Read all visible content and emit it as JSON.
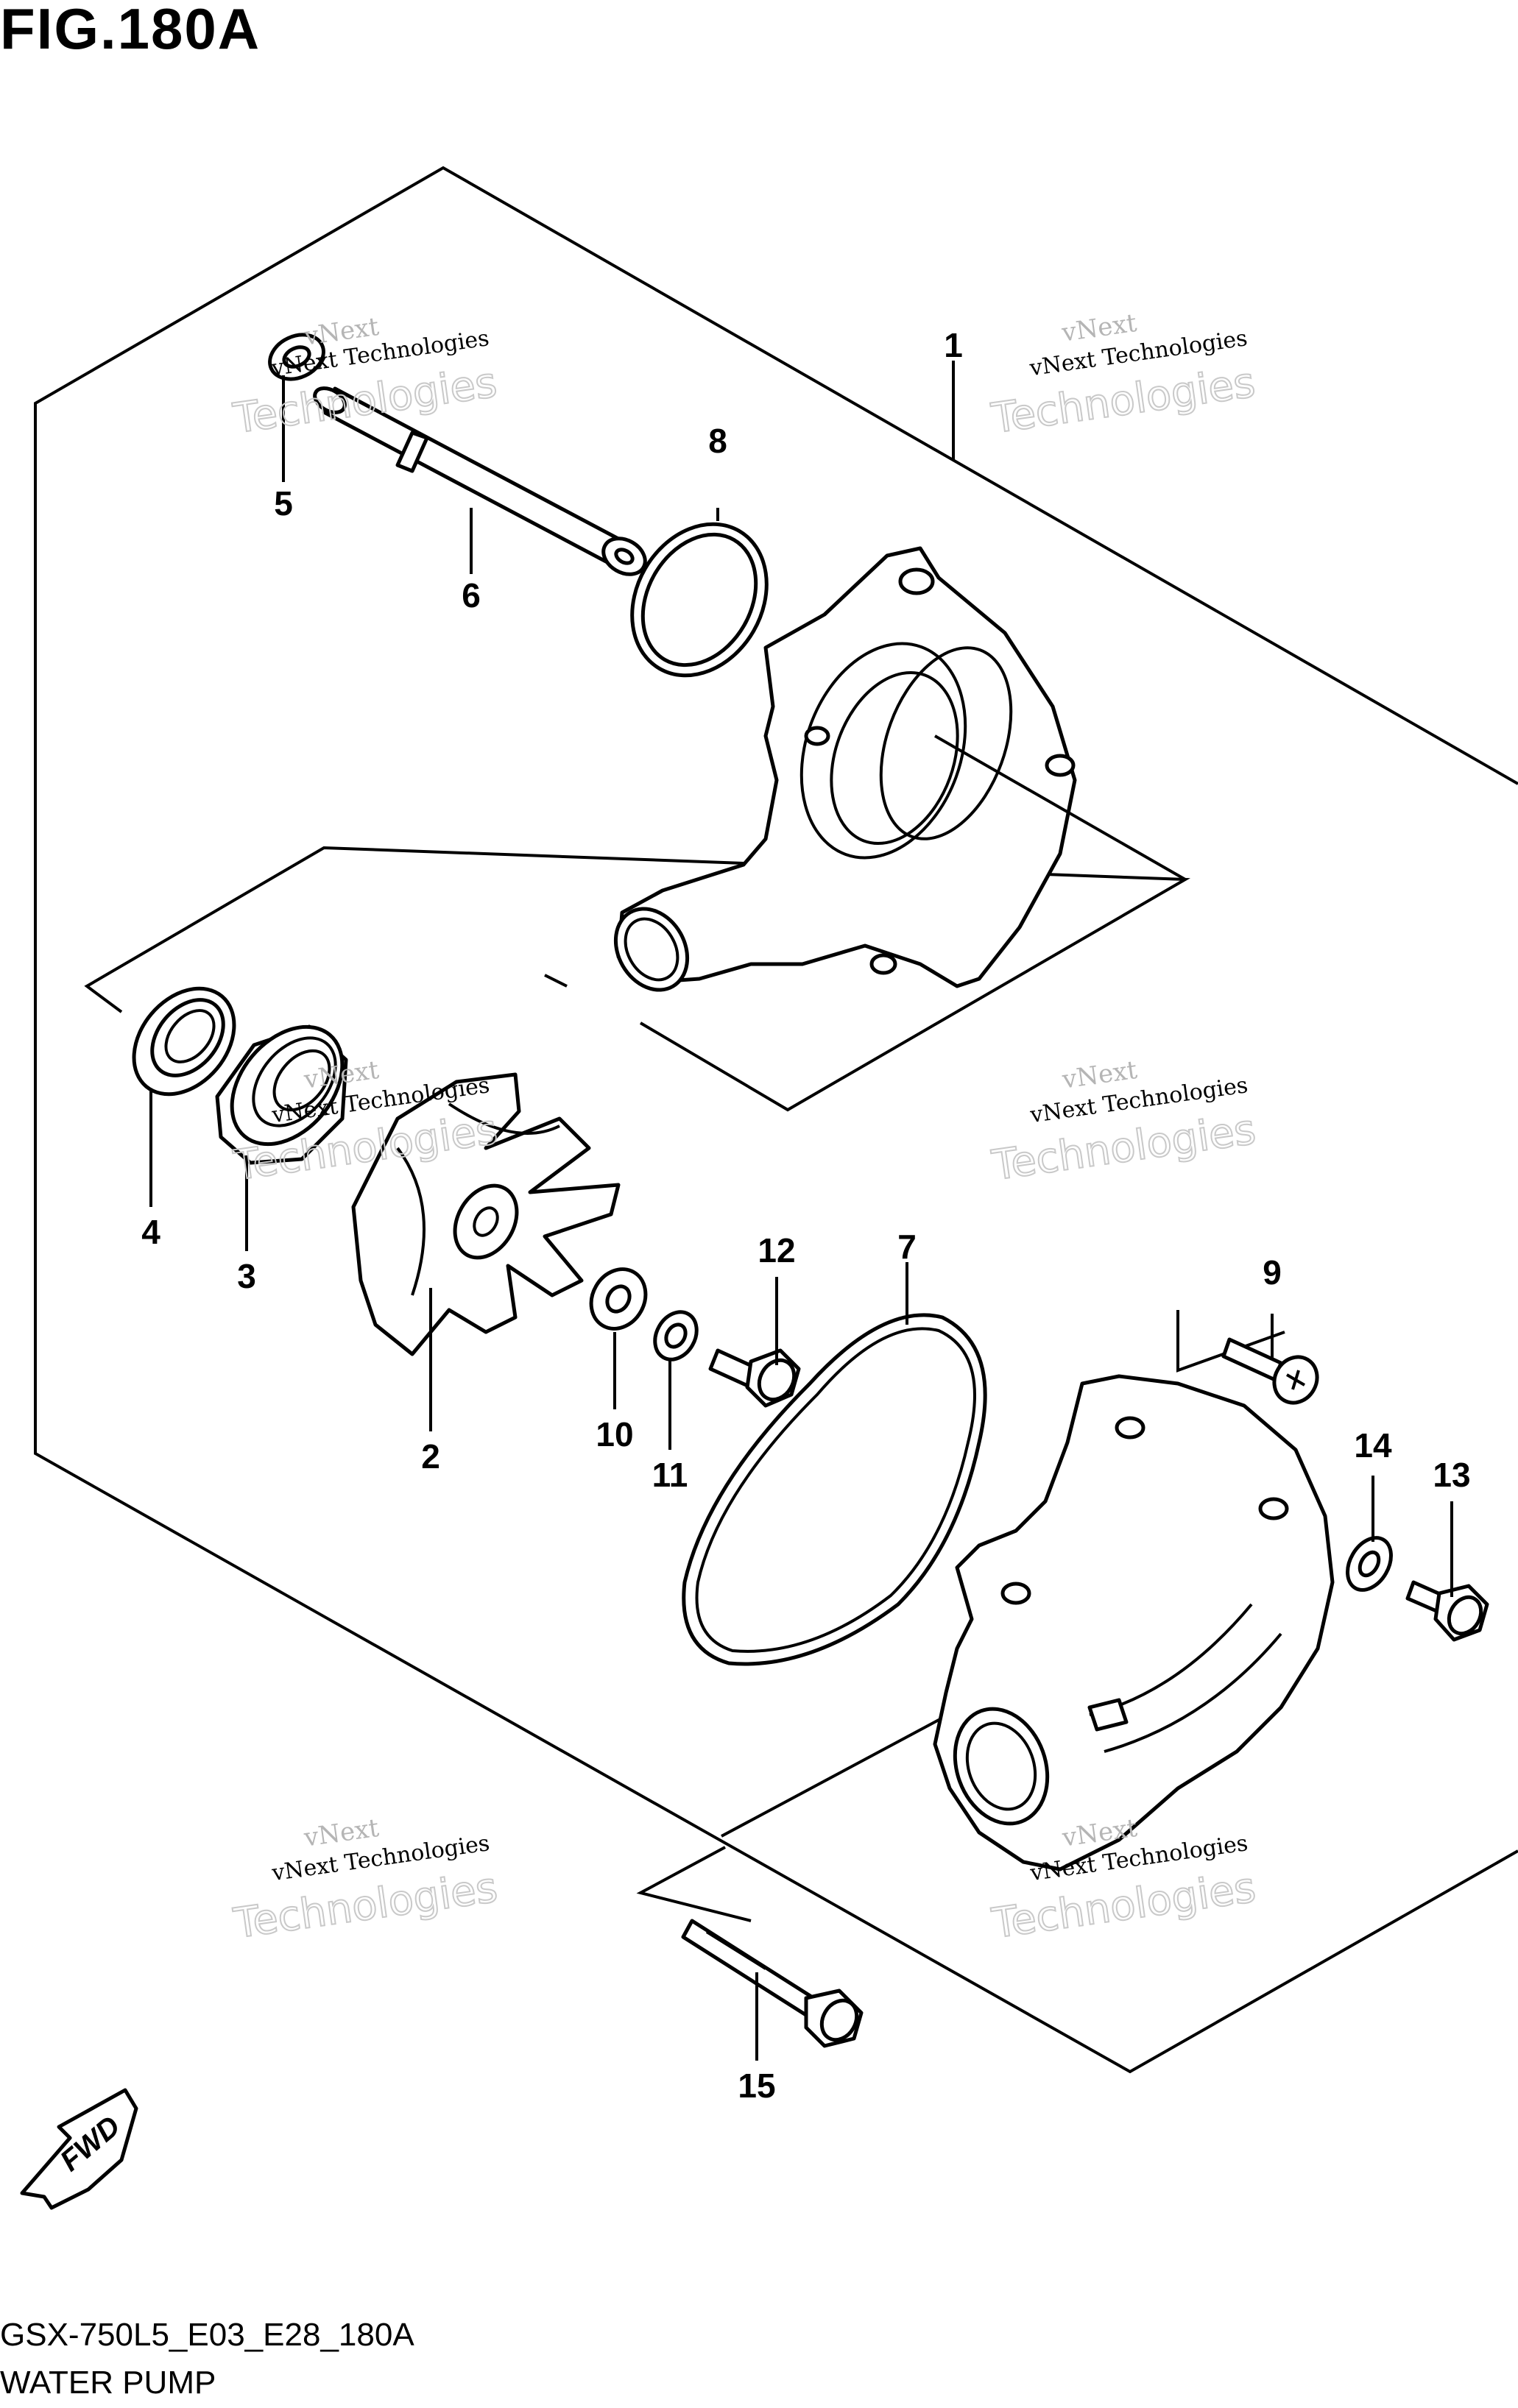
{
  "figure": {
    "title": "FIG.180A",
    "code": "GSX-750L5_E03_E28_180A",
    "name": "WATER PUMP"
  },
  "fwd_label": "FWD",
  "watermark": {
    "line1": "vNext",
    "line2": "Technologies",
    "line3": "vNext Technologies"
  },
  "callouts": [
    "1",
    "2",
    "3",
    "4",
    "5",
    "6",
    "7",
    "8",
    "9",
    "10",
    "11",
    "12",
    "13",
    "14",
    "15"
  ],
  "icons": {
    "fwd_arrow": "fwd-arrow-icon"
  }
}
